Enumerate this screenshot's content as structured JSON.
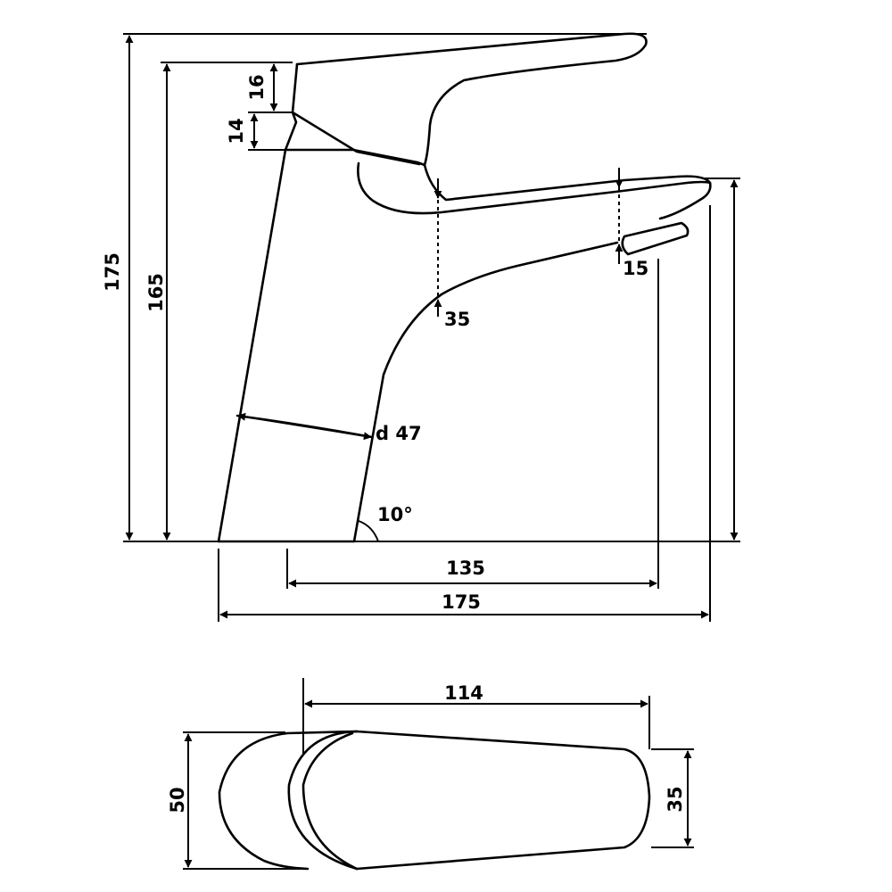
{
  "diagram": {
    "dimensions": {
      "total_height": "175",
      "body_height": "165",
      "lever_thickness": "16",
      "lever_gap": "14",
      "spout_clearance": "35",
      "aerator_height": "15",
      "body_diameter": "d 47",
      "body_angle": "10°",
      "spout_reach": "135",
      "total_depth": "175",
      "top_view_length": "114",
      "top_view_base_width": "50",
      "top_view_tip_width": "35"
    }
  }
}
